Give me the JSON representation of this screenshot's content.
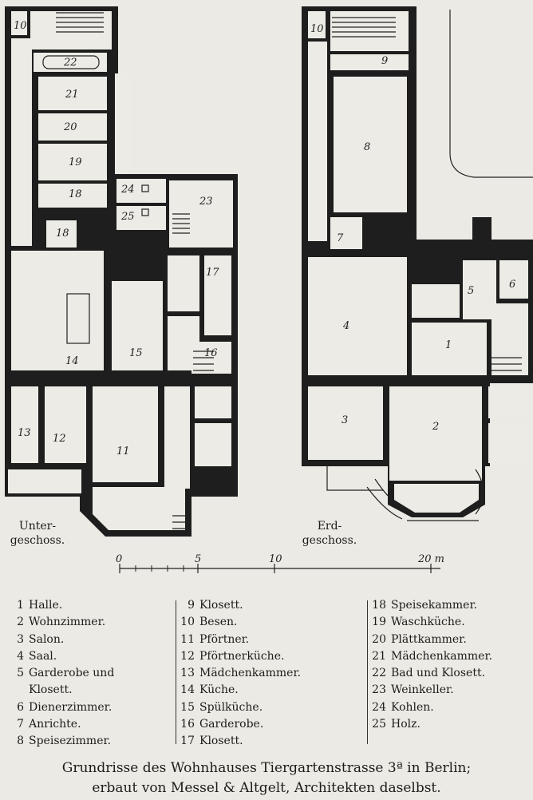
{
  "floors": {
    "left_label": [
      "Unter-",
      "geschoss."
    ],
    "right_label": [
      "Erd-",
      "geschoss."
    ]
  },
  "plan_numbers": {
    "left": [
      "10",
      "22",
      "21",
      "20",
      "19",
      "18",
      "24",
      "25",
      "23",
      "18",
      "17",
      "14",
      "15",
      "16",
      "13",
      "12",
      "11"
    ],
    "right": [
      "10",
      "9",
      "8",
      "7",
      "4",
      "5",
      "6",
      "1",
      "3",
      "2"
    ]
  },
  "scale": {
    "ticks": [
      "0",
      "5",
      "10",
      "20 m"
    ]
  },
  "legend": {
    "col1": [
      {
        "n": "1",
        "t": "Halle."
      },
      {
        "n": "2",
        "t": "Wohnzimmer."
      },
      {
        "n": "3",
        "t": "Salon."
      },
      {
        "n": "4",
        "t": "Saal."
      },
      {
        "n": "5",
        "t": "Garderobe und"
      },
      {
        "n": "",
        "t": "Klosett."
      },
      {
        "n": "6",
        "t": "Dienerzimmer."
      },
      {
        "n": "7",
        "t": "Anrichte."
      },
      {
        "n": "8",
        "t": "Speisezimmer."
      }
    ],
    "col2": [
      {
        "n": "9",
        "t": "Klosett."
      },
      {
        "n": "10",
        "t": "Besen."
      },
      {
        "n": "11",
        "t": "Pförtner."
      },
      {
        "n": "12",
        "t": "Pförtnerküche."
      },
      {
        "n": "13",
        "t": "Mädchenkammer."
      },
      {
        "n": "14",
        "t": "Küche."
      },
      {
        "n": "15",
        "t": "Spülküche."
      },
      {
        "n": "16",
        "t": "Garderobe."
      },
      {
        "n": "17",
        "t": "Klosett."
      }
    ],
    "col3": [
      {
        "n": "18",
        "t": "Speisekammer."
      },
      {
        "n": "19",
        "t": "Waschküche."
      },
      {
        "n": "20",
        "t": "Plättkammer."
      },
      {
        "n": "21",
        "t": "Mädchenkammer."
      },
      {
        "n": "22",
        "t": "Bad und Klosett."
      },
      {
        "n": "23",
        "t": "Weinkeller."
      },
      {
        "n": "24",
        "t": "Kohlen."
      },
      {
        "n": "25",
        "t": "Holz."
      }
    ]
  },
  "caption": {
    "line1": "Grundrisse des Wohnhauses Tiergartenstrasse 3ª in Berlin;",
    "line2": "erbaut von Messel & Altgelt, Architekten daselbst."
  }
}
